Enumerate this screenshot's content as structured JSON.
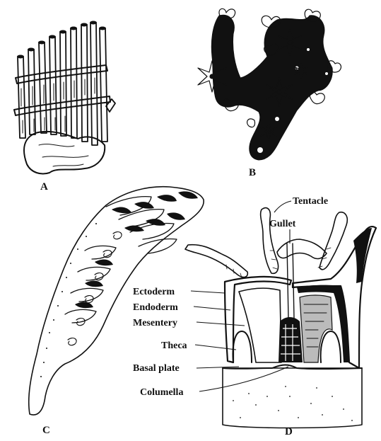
{
  "panels": {
    "a": {
      "letter": "A"
    },
    "b": {
      "letter": "B"
    },
    "c": {
      "letter": "C"
    },
    "d": {
      "letter": "D"
    }
  },
  "labels": {
    "tentacle": "Tentacle",
    "gullet": "Gullet",
    "ectoderm": "Ectoderm",
    "endoderm": "Endoderm",
    "mesentery": "Mesentery",
    "theca": "Theca",
    "basal_plate": "Basal plate",
    "columella": "Columella"
  }
}
